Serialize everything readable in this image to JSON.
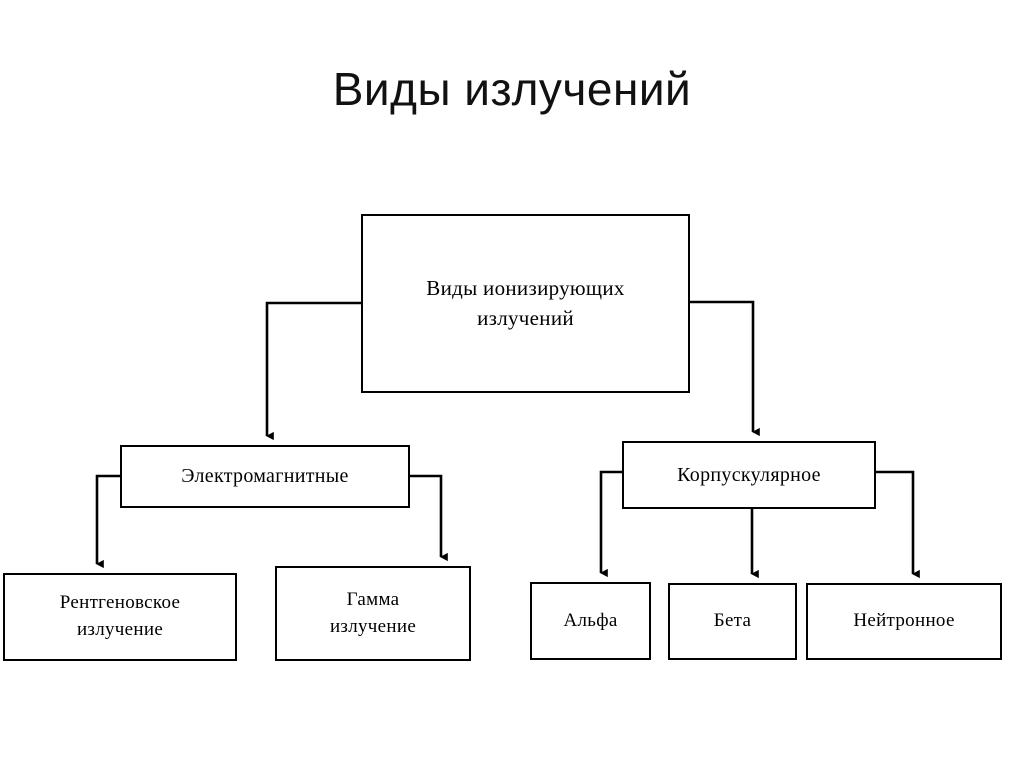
{
  "page": {
    "title": "Виды излучений",
    "background_color": "#ffffff",
    "line_color": "#000000",
    "text_color": "#000000"
  },
  "diagram": {
    "type": "tree",
    "orientation": "top-down",
    "root": {
      "id": "root",
      "label": "Виды ионизирующих\nизлучений"
    },
    "level2": [
      {
        "id": "em",
        "label": "Электромагнитные"
      },
      {
        "id": "corp",
        "label": "Корпускулярное"
      }
    ],
    "level3": [
      {
        "id": "xray",
        "label": "Рентгеновское\nизлучение",
        "parent": "em"
      },
      {
        "id": "gamma",
        "label": "Гамма\nизлучение",
        "parent": "em"
      },
      {
        "id": "alpha",
        "label": "Альфа",
        "parent": "corp"
      },
      {
        "id": "beta",
        "label": "Бета",
        "parent": "corp"
      },
      {
        "id": "neutron",
        "label": "Нейтронное",
        "parent": "corp"
      }
    ],
    "connectors": [
      {
        "from": "root",
        "to": "em",
        "style": "elbow-left-down",
        "arrow": "down"
      },
      {
        "from": "root",
        "to": "corp",
        "style": "elbow-right-down",
        "arrow": "down"
      },
      {
        "from": "em",
        "to": "xray",
        "style": "elbow-left-down",
        "arrow": "down"
      },
      {
        "from": "em",
        "to": "gamma",
        "style": "elbow-right-down",
        "arrow": "down"
      },
      {
        "from": "corp",
        "to": "alpha",
        "style": "elbow-left-down",
        "arrow": "down"
      },
      {
        "from": "corp",
        "to": "beta",
        "style": "straight-down",
        "arrow": "down"
      },
      {
        "from": "corp",
        "to": "neutron",
        "style": "elbow-right-down",
        "arrow": "down"
      }
    ]
  }
}
